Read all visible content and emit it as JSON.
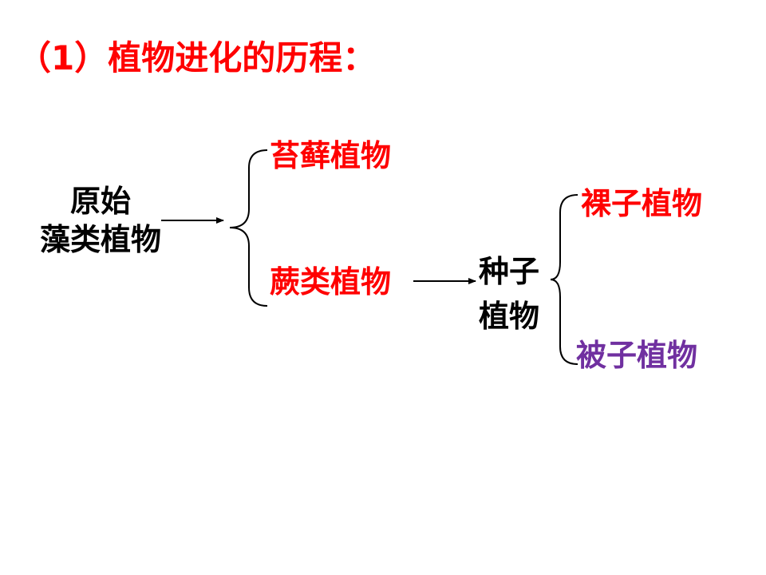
{
  "title": "（1）植物进化的历程：",
  "nodes": {
    "algae": {
      "line1": "原始",
      "line2": "藻类植物"
    },
    "moss": "苔藓植物",
    "fern": "蕨类植物",
    "seed": {
      "line1": "种子",
      "line2": "植物"
    },
    "gymno": "裸子植物",
    "angio": "被子植物"
  },
  "colors": {
    "title": "#ff0000",
    "black": "#000000",
    "red": "#ff0000",
    "purple": "#7030a0"
  }
}
